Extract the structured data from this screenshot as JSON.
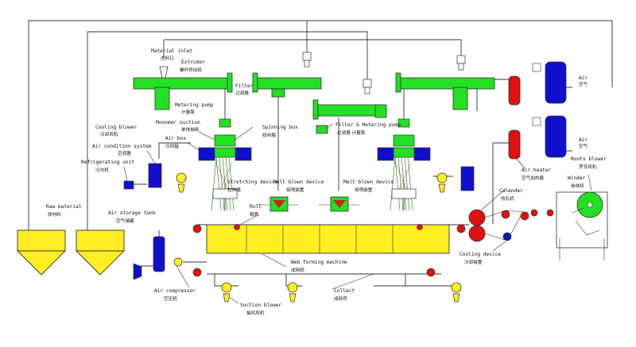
{
  "colors": {
    "green": "#22e022",
    "blue": "#1010cc",
    "red": "#e01010",
    "yellow": "#ffee22",
    "line": "#333333"
  },
  "labels": {
    "material_inlet": {
      "en": "Material inlet",
      "cn": "进料口"
    },
    "extruder": {
      "en": "Extruder",
      "cn": "螺杆挤出机"
    },
    "filter": {
      "en": "Filter",
      "cn": "过滤器"
    },
    "metering_pump": {
      "en": "Metering pump",
      "cn": "计量泵"
    },
    "monomer_suction": {
      "en": "Monomer suction",
      "cn": "单体抽吸"
    },
    "spinning_box": {
      "en": "Spinning box",
      "cn": "纺丝箱"
    },
    "filter_metering_pump": {
      "en": "Filter & Metering pump",
      "cn": "过滤器 计量泵"
    },
    "cooling_blower": {
      "en": "Cooling blower",
      "cn": "冷却风机"
    },
    "air_box": {
      "en": "Air box",
      "cn": "冷风箱"
    },
    "air_condition_system": {
      "en": "Air condition system",
      "cn": "空调器"
    },
    "refrigerating_unit": {
      "en": "Refrigerating unit",
      "cn": "冷冻机"
    },
    "stretching_device": {
      "en": "Stretching device",
      "cn": "拉伸器"
    },
    "melt_blown_device_1": {
      "en": "Melt blown device",
      "cn": "熔喷装置"
    },
    "melt_blown_device_2": {
      "en": "Melt blown device",
      "cn": "熔喷装置"
    },
    "roll": {
      "en": "Roll",
      "cn": "辊筒"
    },
    "raw_material": {
      "en": "Raw material",
      "cn": "原材料"
    },
    "air_storage_tank": {
      "en": "Air storage tank",
      "cn": "空气储罐"
    },
    "web_forming_machine": {
      "en": "Web forming machine",
      "cn": "成网机"
    },
    "air_compressor": {
      "en": "Air compressor",
      "cn": "空压机"
    },
    "suction_blower": {
      "en": "Suction blower",
      "cn": "抽风风机"
    },
    "collect": {
      "en": "Collect",
      "cn": "成网帘"
    },
    "calender": {
      "en": "Calender",
      "cn": "热轧机"
    },
    "cooling_device": {
      "en": "Cooling device",
      "cn": "冷却装置"
    },
    "air_heater": {
      "en": "Air heater",
      "cn": "空气加热器"
    },
    "roots_blower": {
      "en": "Roots blower",
      "cn": "罗茨风机"
    },
    "winder": {
      "en": "Winder",
      "cn": "卷绕机"
    }
  },
  "motor_text": {
    "en": "Air",
    "cn": "空气"
  }
}
